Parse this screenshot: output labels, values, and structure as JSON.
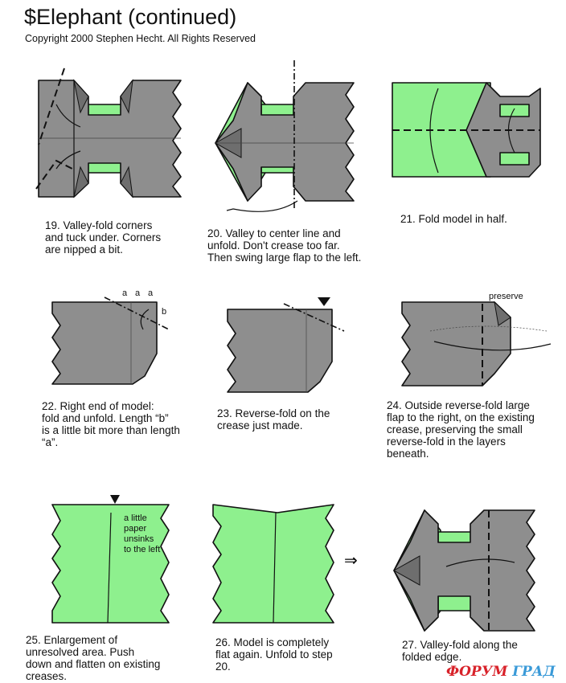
{
  "header": {
    "title": "$Elephant (continued)",
    "copyright": "Copyright 2000 Stephen Hecht.  All Rights Reserved"
  },
  "steps": [
    {
      "number": 19,
      "caption": "19.  Valley-fold corners\nand tuck under.  Corners\nare nipped a bit."
    },
    {
      "number": 20,
      "caption": "20.  Valley to center line and\nunfold.  Don't crease too far.\nThen swing large flap to the left."
    },
    {
      "number": 21,
      "caption": "21.  Fold model in half."
    },
    {
      "number": 22,
      "caption": "22.  Right end of model:\nfold and unfold.  Length “b”\nis a little bit more than length\n“a”."
    },
    {
      "number": 23,
      "caption": "23.  Reverse-fold on the\ncrease just made."
    },
    {
      "number": 24,
      "caption": "24.  Outside reverse-fold large\nflap to the right, on the existing\ncrease, preserving the small\nreverse-fold in the layers\nbeneath."
    },
    {
      "number": 25,
      "caption": "25.  Enlargement of\nunresolved area.  Push\ndown and flatten on existing\ncreases."
    },
    {
      "number": 26,
      "caption": "26.  Model is completely\nflat again.  Unfold to step\n20."
    },
    {
      "number": 27,
      "caption": "27.  Valley-fold along the\nfolded edge."
    }
  ],
  "labels": {
    "a1": "a",
    "a2": "a",
    "a3": "a",
    "b": "b",
    "preserve": "preserve",
    "unsink_1": "a little",
    "unsink_2": "paper",
    "unsink_3": "unsinks",
    "unsink_4": "to the left"
  },
  "watermark": {
    "part1": "ФОРУМ",
    "part2": "ГРАД"
  },
  "colors": {
    "paper_gray": "#8e8e8e",
    "paper_green": "#8ef08e"
  }
}
